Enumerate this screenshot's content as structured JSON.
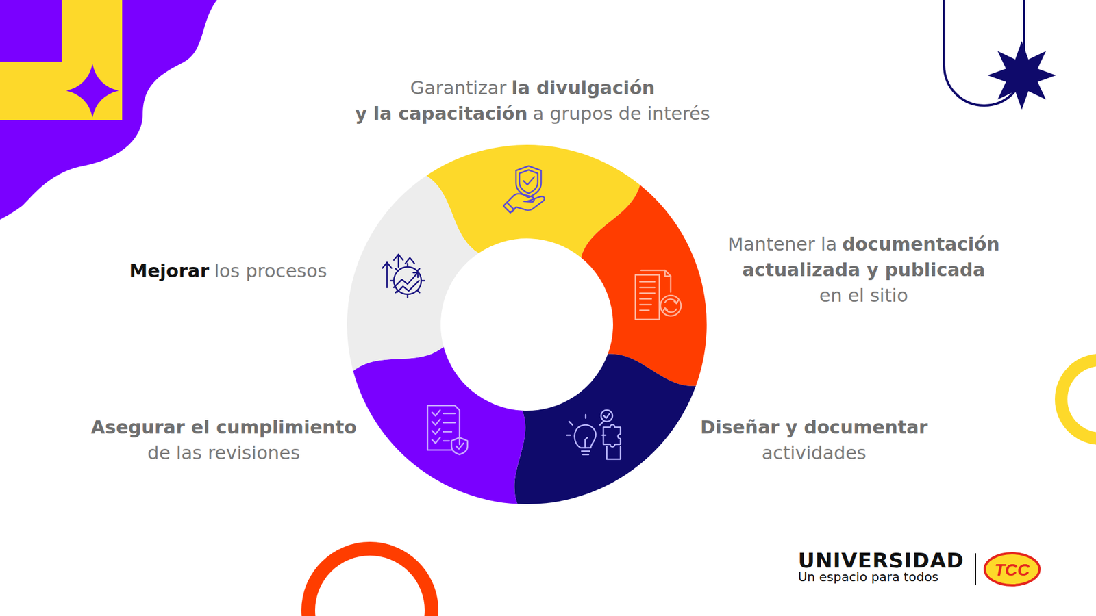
{
  "diagram": {
    "nodes": [
      {
        "text": [
          "Garantizar",
          "la divulgación",
          "y la capacitación",
          "a grupos de interés"
        ]
      },
      {
        "text": [
          "Mantener la",
          "documentación",
          "actualizada y publicada",
          "en el sitio"
        ]
      },
      {
        "text": [
          "Diseñar y documentar",
          "actividades"
        ]
      },
      {
        "text": [
          "Asegurar el cumplimiento",
          "de las revisiones"
        ]
      },
      {
        "text": [
          "Mejorar",
          "los procesos"
        ]
      }
    ],
    "labels": [
      "UNIVERSIDAD",
      "Un espacio para todos",
      "TCC"
    ]
  }
}
